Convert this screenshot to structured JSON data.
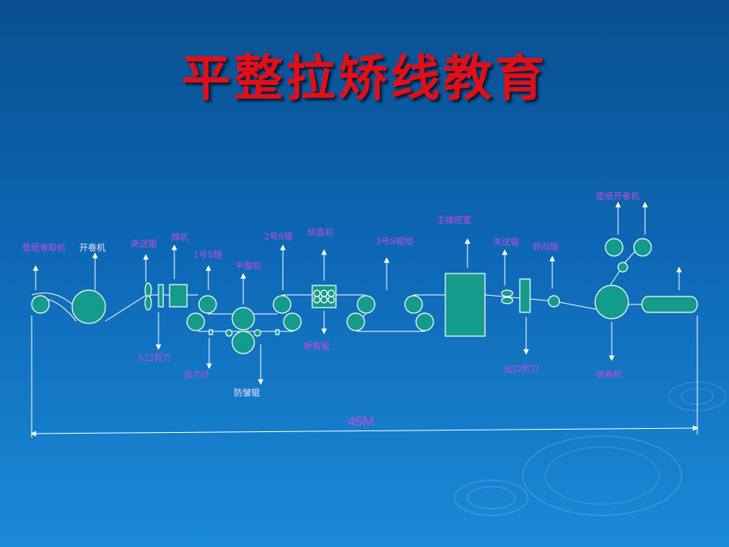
{
  "title": "平整拉矫线教育",
  "dimension_label": "45M",
  "labels": {
    "paper_rewinder": "垫纸卷取机",
    "uncoiler": "开卷机",
    "pinch_roll_entry": "夹送辊",
    "welder": "焊机",
    "entry_shear": "入口剪刀",
    "tension_meter": "张力计",
    "s_roll_1": "1号S辊",
    "skin_pass": "平整机",
    "anti_wrinkle": "防皱辊",
    "s_roll_2": "2号S辊",
    "leveler": "矫直机",
    "leveler_roll": "矫直辊",
    "s_roll_3": "3号S辊组",
    "control_room": "主操控室",
    "pinch_roll_exit": "夹送辊",
    "exit_shear": "出口剪刀",
    "deflector": "转向辊",
    "paper_uncoiler": "垫纸开卷机",
    "recoiler": "收卷机"
  }
}
